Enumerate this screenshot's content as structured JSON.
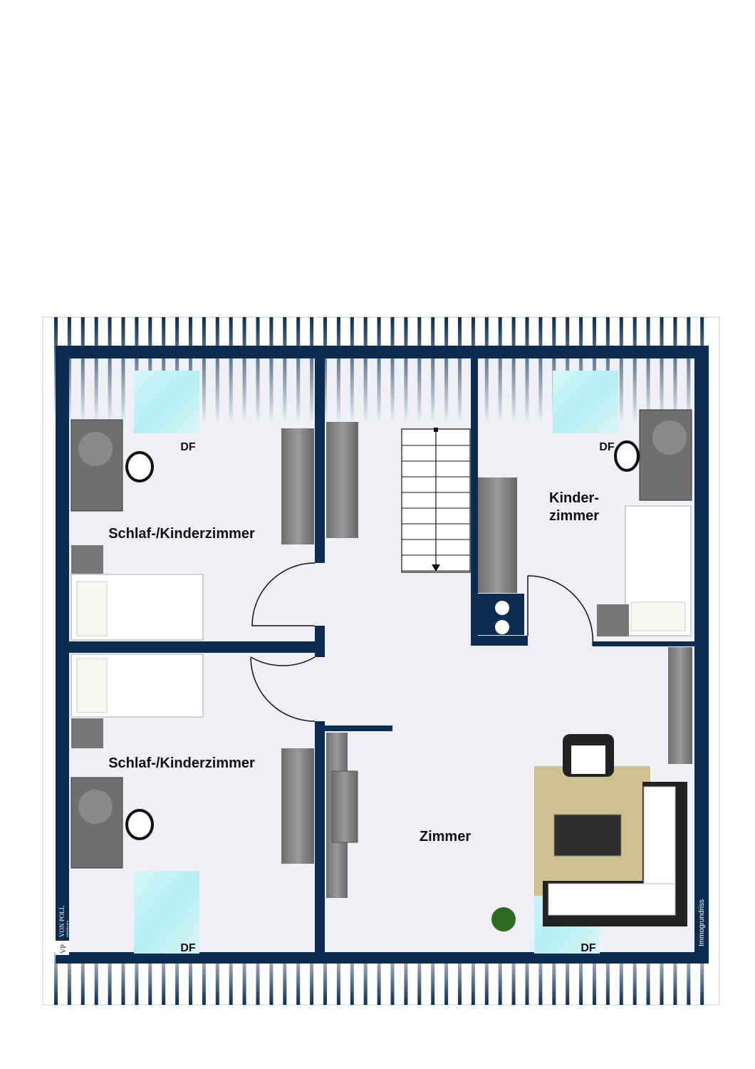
{
  "plan": {
    "rooms": {
      "bedroom_top": "Schlaf-/Kinderzimmer",
      "bedroom_bottom": "Schlaf-/Kinderzimmer",
      "kids_line1": "Kinder-",
      "kids_line2": "zimmer",
      "living": "Zimmer"
    },
    "windows": [
      "DF",
      "DF",
      "DF",
      "DF"
    ],
    "brand": {
      "logo_initials": "VP",
      "logo_name": "VON POLL",
      "logo_sub": "IMMOBILIEN"
    },
    "credit": "Immogrundriss"
  },
  "colors": {
    "wall": "#0c2c52",
    "floor": "#eef0f5",
    "window": "#bff0f5",
    "furniture": "#7a7a7a"
  }
}
